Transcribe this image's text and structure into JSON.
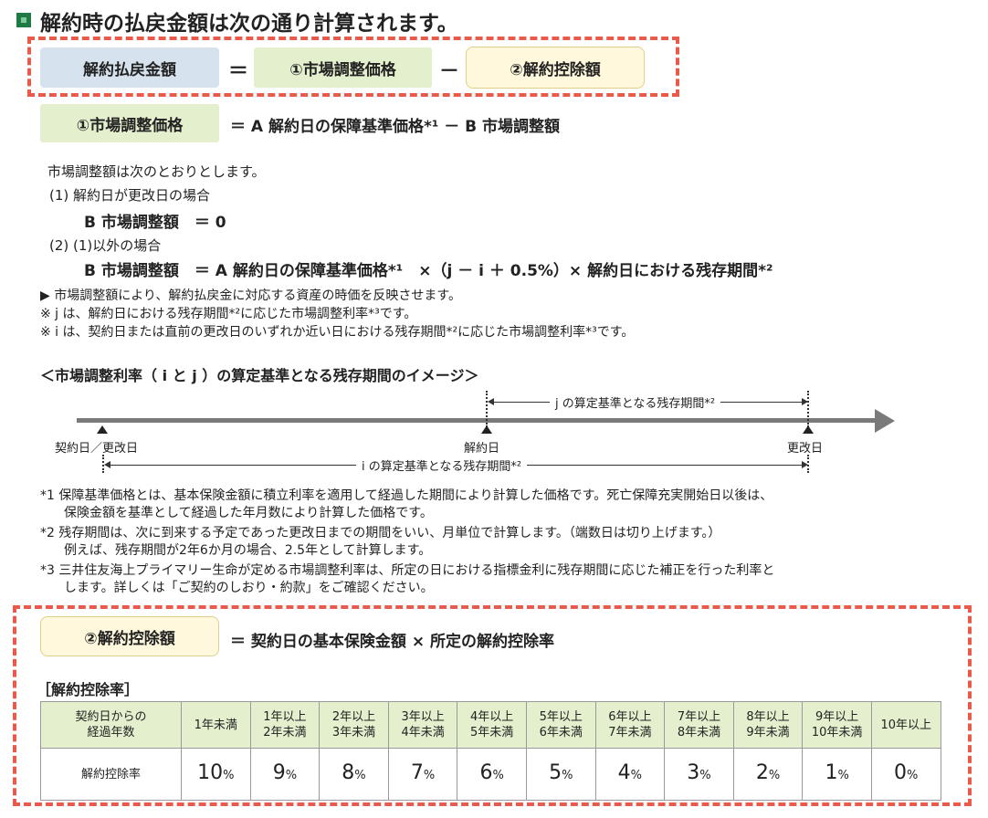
{
  "title": "解約時の払戻金額は次の通り計算されます。",
  "formula1": {
    "lhs": "解約払戻金額",
    "eq": "＝",
    "term1": "①市場調整価格",
    "minus": "－",
    "term2": "②解約控除額"
  },
  "formula2": {
    "lhs": "①市場調整価格",
    "rhs": "＝ A 解約日の保障基準価格*¹ － B 市場調整額"
  },
  "market_adjust": {
    "intro": "市場調整額は次のとおりとします。",
    "case1_label": "(1) 解約日が更改日の場合",
    "case1_formula": "B 市場調整額　＝ 0",
    "case2_label": "(2) (1)以外の場合",
    "case2_formula": "B 市場調整額　＝ A 解約日の保障基準価格*¹　×（j － i ＋ 0.5%）× 解約日における残存期間*²"
  },
  "notes_a": [
    "▶ 市場調整額により、解約払戻金に対応する資産の時価を反映させます。",
    "※ j は、解約日における残存期間*²に応じた市場調整利率*³です。",
    "※ i は、契約日または直前の更改日のいずれか近い日における残存期間*²に応じた市場調整利率*³です。"
  ],
  "timeline": {
    "heading": "＜市場調整利率（ i と j ）の算定基準となる残存期間のイメージ＞",
    "points": [
      "契約日／更改日",
      "解約日",
      "更改日"
    ],
    "j_span": "j の算定基準となる残存期間*²",
    "i_span": "i の算定基準となる残存期間*²"
  },
  "footnotes": [
    "*1 保障基準価格とは、基本保険金額に積立利率を適用して経過した期間により計算した価格です。死亡保障充実開始日以後は、",
    "保険金額を基準として経過した年月数により計算した価格です。",
    "*2 残存期間は、次に到来する予定であった更改日までの期間をいい、月単位で計算します。（端数日は切り上げます。）",
    "例えば、残存期間が2年6か月の場合、2.5年として計算します。",
    "*3 三井住友海上プライマリー生命が定める市場調整利率は、所定の日における指標金利に残存期間に応じた補正を行った利率と",
    "します。詳しくは「ご契約のしおり・約款」をご確認ください。"
  ],
  "formula3": {
    "lhs": "②解約控除額",
    "rhs": "＝ 契約日の基本保険金額 × 所定の解約控除率"
  },
  "table": {
    "title": "［解約控除率］",
    "header_first": "契約日からの\n経過年数",
    "columns": [
      "1年未満",
      "1年以上\n2年未満",
      "2年以上\n3年未満",
      "3年以上\n4年未満",
      "4年以上\n5年未満",
      "5年以上\n6年未満",
      "6年以上\n7年未満",
      "7年以上\n8年未満",
      "8年以上\n9年未満",
      "9年以上\n10年未満",
      "10年以上"
    ],
    "row_label": "解約控除率",
    "values": [
      "10",
      "9",
      "8",
      "7",
      "6",
      "5",
      "4",
      "3",
      "2",
      "1",
      "0"
    ],
    "unit": "%"
  },
  "colors": {
    "accent_red": "#ea5a4a",
    "blue_box": "#d6e2ee",
    "green_box": "#e3efcd",
    "yellow_box": "#fff8dc",
    "title_icon": "#1f7a44"
  }
}
